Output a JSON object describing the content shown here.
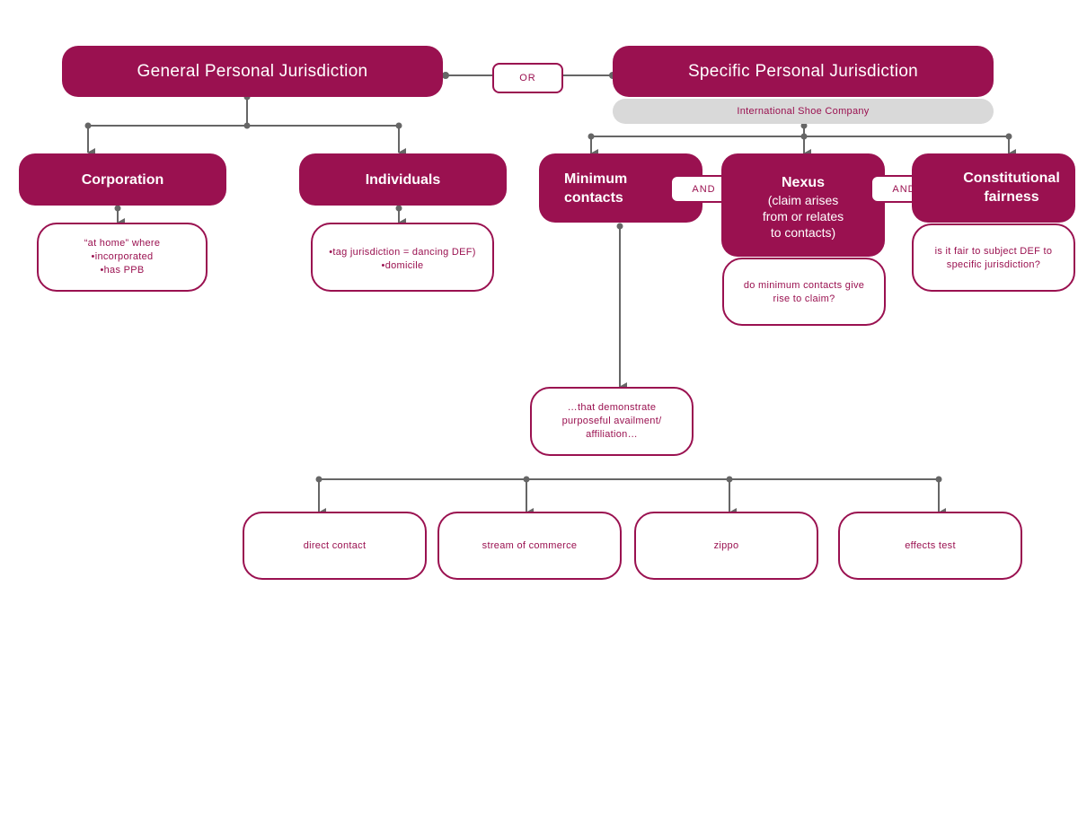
{
  "general": {
    "title": "General Personal Jurisdiction",
    "corporation": {
      "label": "Corporation",
      "detail": [
        "“at home” where",
        "•incorporated",
        "•has PPB"
      ]
    },
    "individuals": {
      "label": "Individuals",
      "detail": [
        "•tag jurisdiction = dancing DEF)",
        "•domicile"
      ]
    }
  },
  "or_label": "OR",
  "specific": {
    "title": "Specific Personal Jurisdiction",
    "subtitle": "International Shoe Company",
    "minimum_contacts": {
      "lines": [
        "Minimum",
        "contacts"
      ]
    },
    "nexus": {
      "label": "Nexus",
      "sub": [
        "(claim arises",
        "from or relates",
        "to contacts)"
      ],
      "detail": [
        "do minimum contacts give",
        "rise to claim?"
      ]
    },
    "fairness": {
      "lines": [
        "Constitutional",
        "fairness"
      ],
      "detail": [
        "is it fair to subject DEF to",
        "specific jurisdiction?"
      ]
    },
    "and_label": "AND",
    "purposeful": [
      "…that demonstrate",
      "purposeful availment/",
      "affiliation…"
    ],
    "tests": [
      "direct contact",
      "stream of commerce",
      "zippo",
      "effects test"
    ]
  },
  "colors": {
    "accent": "#9a1150",
    "connector": "#666666",
    "band": "#d9d9d9"
  }
}
